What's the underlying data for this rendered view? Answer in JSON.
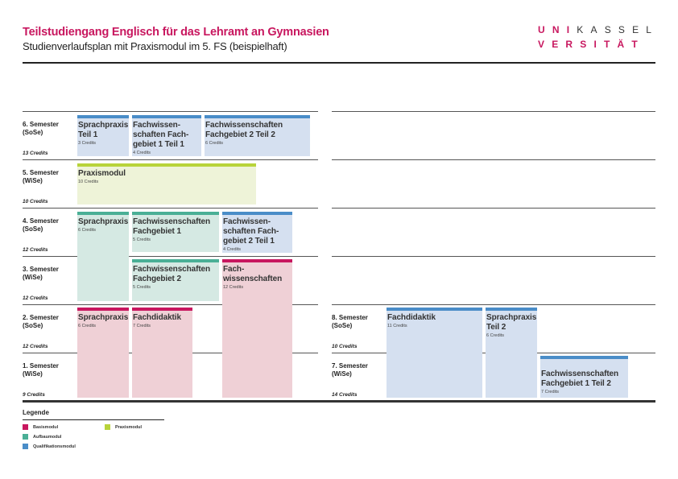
{
  "header": {
    "title": "Teilstudiengang Englisch für das Lehramt an Gymnasien",
    "subtitle": "Studienverlaufsplan mit Praxismodul im 5. FS (beispielhaft)"
  },
  "logo": {
    "line1a": "UNI",
    "line1b": "KASSEL",
    "line2": "VERSITÄT"
  },
  "semesters": [
    {
      "name": "1. Semester",
      "term": "(WiSe)",
      "credits": "9 Credits"
    },
    {
      "name": "2. Semester",
      "term": "(SoSe)",
      "credits": "12 Credits"
    },
    {
      "name": "3. Semester",
      "term": "(WiSe)",
      "credits": "12 Credits"
    },
    {
      "name": "4. Semester",
      "term": "(SoSe)",
      "credits": "12 Credits"
    },
    {
      "name": "5. Semester",
      "term": "(WiSe)",
      "credits": "10 Credits"
    },
    {
      "name": "6. Semester",
      "term": "(SoSe)",
      "credits": "13 Credits"
    },
    {
      "name": "7. Semester",
      "term": "(WiSe)",
      "credits": "14 Credits"
    },
    {
      "name": "8. Semester",
      "term": "(SoSe)",
      "credits": "10 Credits"
    }
  ],
  "modules": [
    {
      "title": "Sprachpraxis Teil 1",
      "credits": "3 Credits",
      "type": "Qualifikationsmodul"
    },
    {
      "title": "Fachwissen-schaften Fach-gebiet 1 Teil 1",
      "credits": "4 Credits",
      "type": "Qualifikationsmodul"
    },
    {
      "title": "Fachwissenschaften Fachgebiet 2 Teil 2",
      "credits": "6 Credits",
      "type": "Qualifikationsmodul"
    },
    {
      "title": "Praxismodul",
      "credits": "10 Credits",
      "type": "Praxismodul"
    },
    {
      "title": "Sprachpraxis",
      "credits": "6 Credits",
      "type": "Aufbaumodul"
    },
    {
      "title": "Fachwissenschaften Fachgebiet 1",
      "credits": "5 Credits",
      "type": "Aufbaumodul"
    },
    {
      "title": "Fachwissen-schaften Fach-gebiet 2 Teil 1",
      "credits": "4 Credits",
      "type": "Qualifikationsmodul"
    },
    {
      "title": "Fachwissenschaften Fachgebiet 2",
      "credits": "5 Credits",
      "type": "Aufbaumodul"
    },
    {
      "title": "Fach-wissenschaften",
      "credits": "12 Credits",
      "type": "Basismodul"
    },
    {
      "title": "Sprachpraxis",
      "credits": "6 Credits",
      "type": "Basismodul"
    },
    {
      "title": "Fachdidaktik",
      "credits": "7 Credits",
      "type": "Basismodul"
    },
    {
      "title": "Fachdidaktik",
      "credits": "11 Credits",
      "type": "Qualifikationsmodul"
    },
    {
      "title": "Sprachpraxis Teil 2",
      "credits": "6 Credits",
      "type": "Qualifikationsmodul"
    },
    {
      "title": "Fachwissenschaften Fachgebiet 1 Teil 2",
      "credits": "7 Credits",
      "type": "Qualifikationsmodul"
    }
  ],
  "legend": {
    "title": "Legende",
    "items": [
      {
        "label": "Basismodul",
        "color": "#c8175f"
      },
      {
        "label": "Aufbaumodul",
        "color": "#4aaf96"
      },
      {
        "label": "Qualifikationsmodul",
        "color": "#4a8dc8"
      },
      {
        "label": "Praxismodul",
        "color": "#b8d33a"
      }
    ]
  }
}
